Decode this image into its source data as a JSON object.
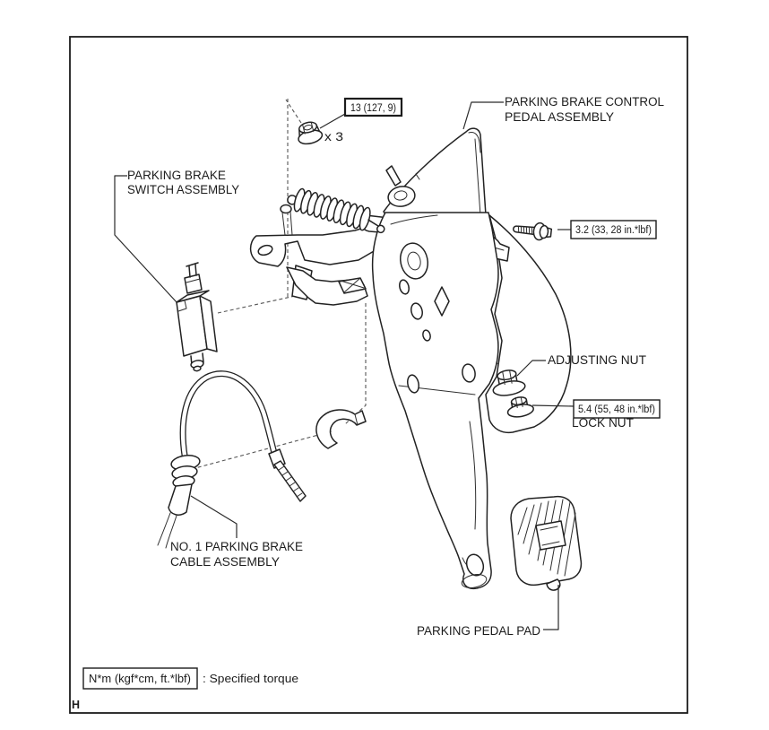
{
  "figure": {
    "type": "exploded-parts-diagram",
    "frame_mark": "H",
    "callouts": {
      "pedal_assembly": {
        "line1": "PARKING BRAKE CONTROL",
        "line2": "PEDAL ASSEMBLY"
      },
      "switch_assembly": {
        "line1": "PARKING BRAKE",
        "line2": "SWITCH ASSEMBLY"
      },
      "cable_assembly": {
        "line1": "NO. 1 PARKING BRAKE",
        "line2": "CABLE ASSEMBLY"
      },
      "pedal_pad": {
        "text": "PARKING PEDAL PAD"
      },
      "adjusting_nut": {
        "text": "ADJUSTING NUT"
      },
      "lock_nut": {
        "text": "LOCK NUT"
      },
      "nut_quantity": {
        "text": "x 3"
      }
    },
    "torque_specs": {
      "mounting_nut": {
        "value": "13 (127, 9)"
      },
      "switch_bolt": {
        "value": "3.2 (33, 28 in.*lbf)"
      },
      "lock_nut": {
        "value": "5.4 (55, 48 in.*lbf)"
      }
    },
    "legend": {
      "boxed_unit": "N*m (kgf*cm, ft.*lbf)",
      "description": ": Specified torque"
    },
    "colors": {
      "line": "#1c1c1c",
      "dashed_line": "#565656",
      "background": "#ffffff"
    }
  }
}
